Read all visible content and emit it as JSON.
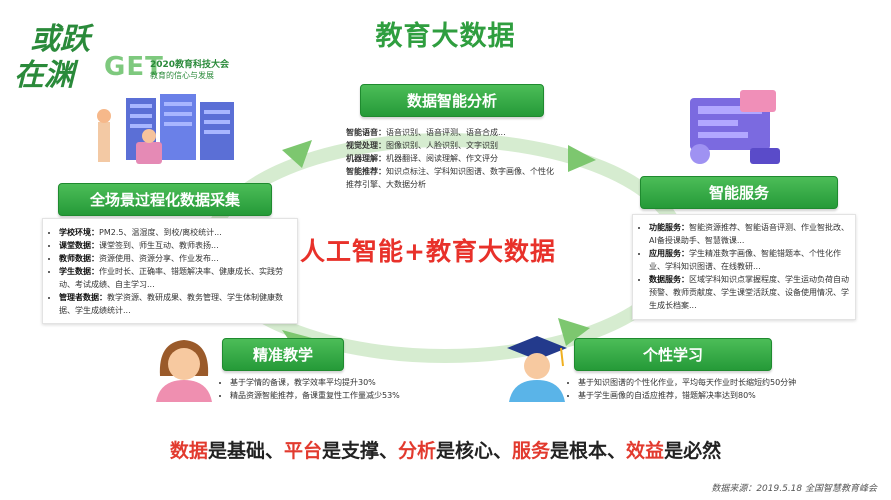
{
  "header": {
    "title": "教育大数据",
    "logo_calligraphy_line1": "或跃",
    "logo_calligraphy_line2": "在渊",
    "logo_get": "GET",
    "conference_name": "2020教育科技大会",
    "conference_slogan": "教育的信心与发展"
  },
  "center": {
    "slogan": "人工智能+教育大数据"
  },
  "sections": {
    "analysis": {
      "title": "数据智能分析",
      "items": [
        {
          "term": "智能语音：",
          "text": "语音识别、语音评测、语音合成..."
        },
        {
          "term": "视觉处理：",
          "text": "图像识别、人脸识别、文字识别"
        },
        {
          "term": "机器理解：",
          "text": "机器翻译、阅读理解、作文评分"
        },
        {
          "term": "智能推荐：",
          "text": "知识点标注、学科知识图谱、数字画像、个性化推荐引擎、大数据分析"
        }
      ]
    },
    "collection": {
      "title": "全场景过程化数据采集",
      "items": [
        {
          "term": "学校环境：",
          "text": "PM2.5、温湿度、到校/离校统计..."
        },
        {
          "term": "课堂数据：",
          "text": "课堂签到、师生互动、教师表扬..."
        },
        {
          "term": "教师数据：",
          "text": "资源使用、资源分享、作业发布..."
        },
        {
          "term": "学生数据：",
          "text": "作业时长、正确率、错题解决率、健康成长、实践劳动、考试成绩、自主学习..."
        },
        {
          "term": "管理者数据：",
          "text": "教学资源、教研成果、教务管理、学生体制健康数据、学生成绩统计..."
        }
      ]
    },
    "service": {
      "title": "智能服务",
      "items": [
        {
          "term": "功能服务：",
          "text": "智能资源推荐、智能语音评测、作业智批改、AI备授课助手、智慧微课..."
        },
        {
          "term": "应用服务：",
          "text": "学生精准数字画像、智能错题本、个性化作业、学科知识图谱、在线教研..."
        },
        {
          "term": "数据服务：",
          "text": "区域学科知识点掌握程度、学生运动负荷自动预警、教师贡献度、学生课堂活跃度、设备使用情况、学生成长档案..."
        }
      ]
    },
    "teaching": {
      "title": "精准教学",
      "items": [
        "基于学情的备课，教学效率平均提升30%",
        "精品资源智能推荐，备课重复性工作量减少53%"
      ]
    },
    "personal": {
      "title": "个性学习",
      "items": [
        "基于知识图谱的个性化作业，平均每天作业时长缩短约50分钟",
        "基于学生画像的自适应推荐，错题解决率达到80%"
      ]
    }
  },
  "bottom": {
    "parts": [
      {
        "hl": "数据",
        "rest": "是基础、"
      },
      {
        "hl": "平台",
        "rest": "是支撑、"
      },
      {
        "hl": "分析",
        "rest": "是核心、"
      },
      {
        "hl": "服务",
        "rest": "是根本、"
      },
      {
        "hl": "效益",
        "rest": "是必然"
      }
    ]
  },
  "source": "数据来源：2019.5.18 全国智慧教育峰会",
  "colors": {
    "green": "#2f9e3f",
    "red": "#e23a2e",
    "ellipse": "#cfe8c8"
  }
}
